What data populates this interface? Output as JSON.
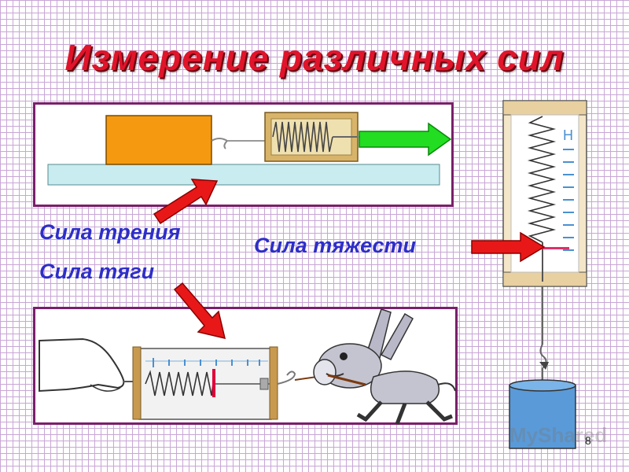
{
  "title": "Измерение различных сил",
  "labels": {
    "friction": "Сила трения",
    "traction": "Сила тяги",
    "gravity": "Сила тяжести"
  },
  "dynamometer_scale_letter": "Н",
  "slide_number": "8",
  "watermark": "MyShared",
  "colors": {
    "title": "#e0142a",
    "labels": "#2e2ec8",
    "panel_border": "#7a1f6a",
    "arrow_red": "#e81818",
    "arrow_green": "#22dd22",
    "block": "#f59a10",
    "table": "#c8ecf0"
  }
}
